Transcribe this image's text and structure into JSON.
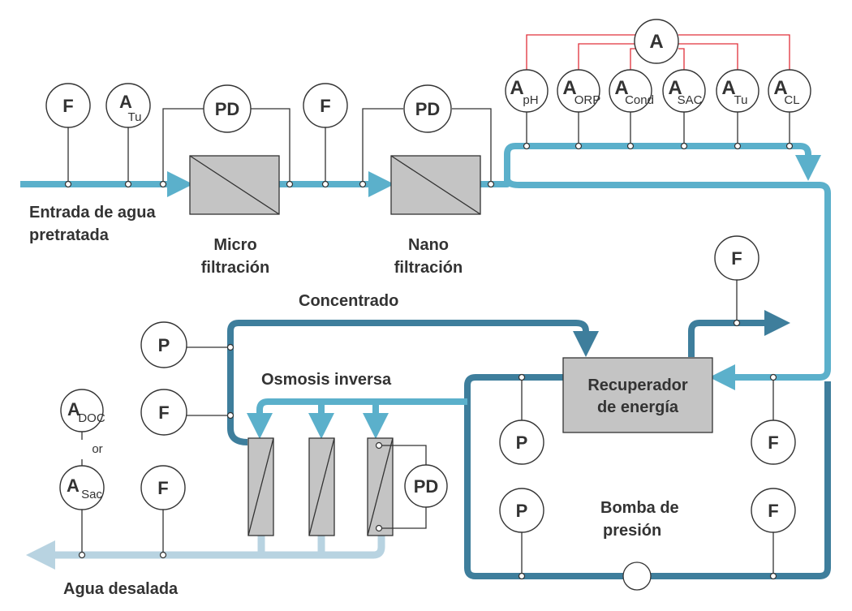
{
  "labels": {
    "inlet_line1": "Entrada de agua",
    "inlet_line2": "pretratada",
    "micro_line1": "Micro",
    "micro_line2": "filtración",
    "nano_line1": "Nano",
    "nano_line2": "filtración",
    "concentrado": "Concentrado",
    "osmosis": "Osmosis inversa",
    "recuperador_line1": "Recuperador",
    "recuperador_line2": "de energía",
    "bomba_line1": "Bomba de",
    "bomba_line2": "presión",
    "agua_desalada": "Agua desalada",
    "or": "or"
  },
  "instruments": {
    "f1": {
      "main": "F"
    },
    "a_tu_inlet": {
      "main": "A",
      "sub": "Tu"
    },
    "pd_micro": {
      "main": "PD"
    },
    "f2": {
      "main": "F"
    },
    "pd_nano": {
      "main": "PD"
    },
    "a_top": {
      "main": "A"
    },
    "a_ph": {
      "main": "A",
      "sub": "pH"
    },
    "a_orp": {
      "main": "A",
      "sub": "ORP"
    },
    "a_cond": {
      "main": "A",
      "sub": "Cond"
    },
    "a_sac": {
      "main": "A",
      "sub": "SAC"
    },
    "a_tu": {
      "main": "A",
      "sub": "Tu"
    },
    "a_cl": {
      "main": "A",
      "sub": "CL"
    },
    "f_right": {
      "main": "F"
    },
    "p_left1": {
      "main": "P"
    },
    "f_left": {
      "main": "F"
    },
    "a_doc": {
      "main": "A",
      "sub": "DOC"
    },
    "a_sac_low": {
      "main": "A",
      "sub": "Sac"
    },
    "f_bottom": {
      "main": "F"
    },
    "pd_ro": {
      "main": "PD"
    },
    "p_box1": {
      "main": "P"
    },
    "p_box2": {
      "main": "P"
    },
    "f_box1": {
      "main": "F"
    },
    "f_box2": {
      "main": "F"
    }
  }
}
